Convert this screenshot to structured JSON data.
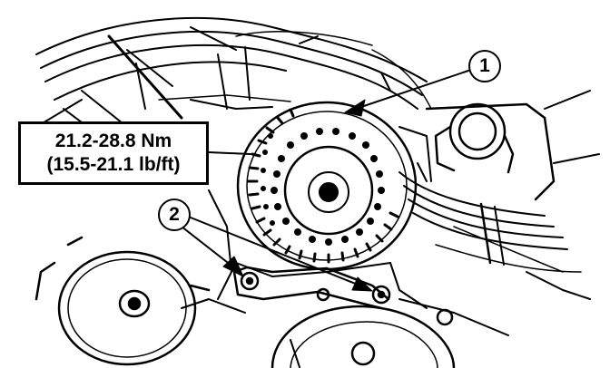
{
  "torque_spec": {
    "metric": "21.2-28.8 Nm",
    "imperial": "(15.5-21.1 lb/ft)"
  },
  "callouts": [
    {
      "label": "1"
    },
    {
      "label": "2"
    }
  ],
  "colors": {
    "ink": "#000000",
    "paper": "#ffffff"
  }
}
